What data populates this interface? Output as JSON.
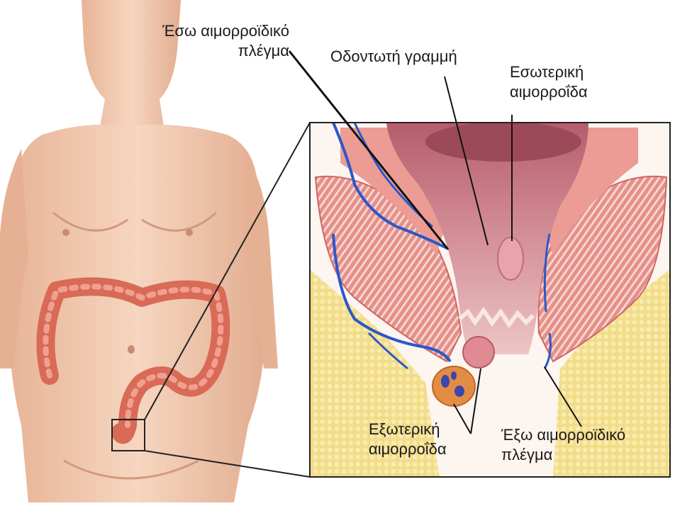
{
  "labels": {
    "internal_plexus": {
      "line1": "Έσω αιμορροϊδικό",
      "line2": "πλέγμα"
    },
    "dentate_line": "Οδοντωτή γραμμή",
    "internal_hemorrhoid": {
      "line1": "Εσωτερική",
      "line2": "αιμορροΐδα"
    },
    "external_hemorrhoid": {
      "line1": "Εξωτερική",
      "line2": "αιμορροΐδα"
    },
    "external_plexus": {
      "line1": "Έξω αιμορροϊδικό",
      "line2": "πλέγμα"
    }
  },
  "colors": {
    "skin": "#f2c9ad",
    "skin_shadow": "#d9a48a",
    "colon": "#d96a56",
    "muscle": "#e89a93",
    "muscle_stripe": "#f7d3cf",
    "mucosa": "#c77d86",
    "vein": "#2b58c9",
    "fat": "#f3df8a",
    "hemorrhoid": "#e3919a",
    "frame": "#222222"
  }
}
